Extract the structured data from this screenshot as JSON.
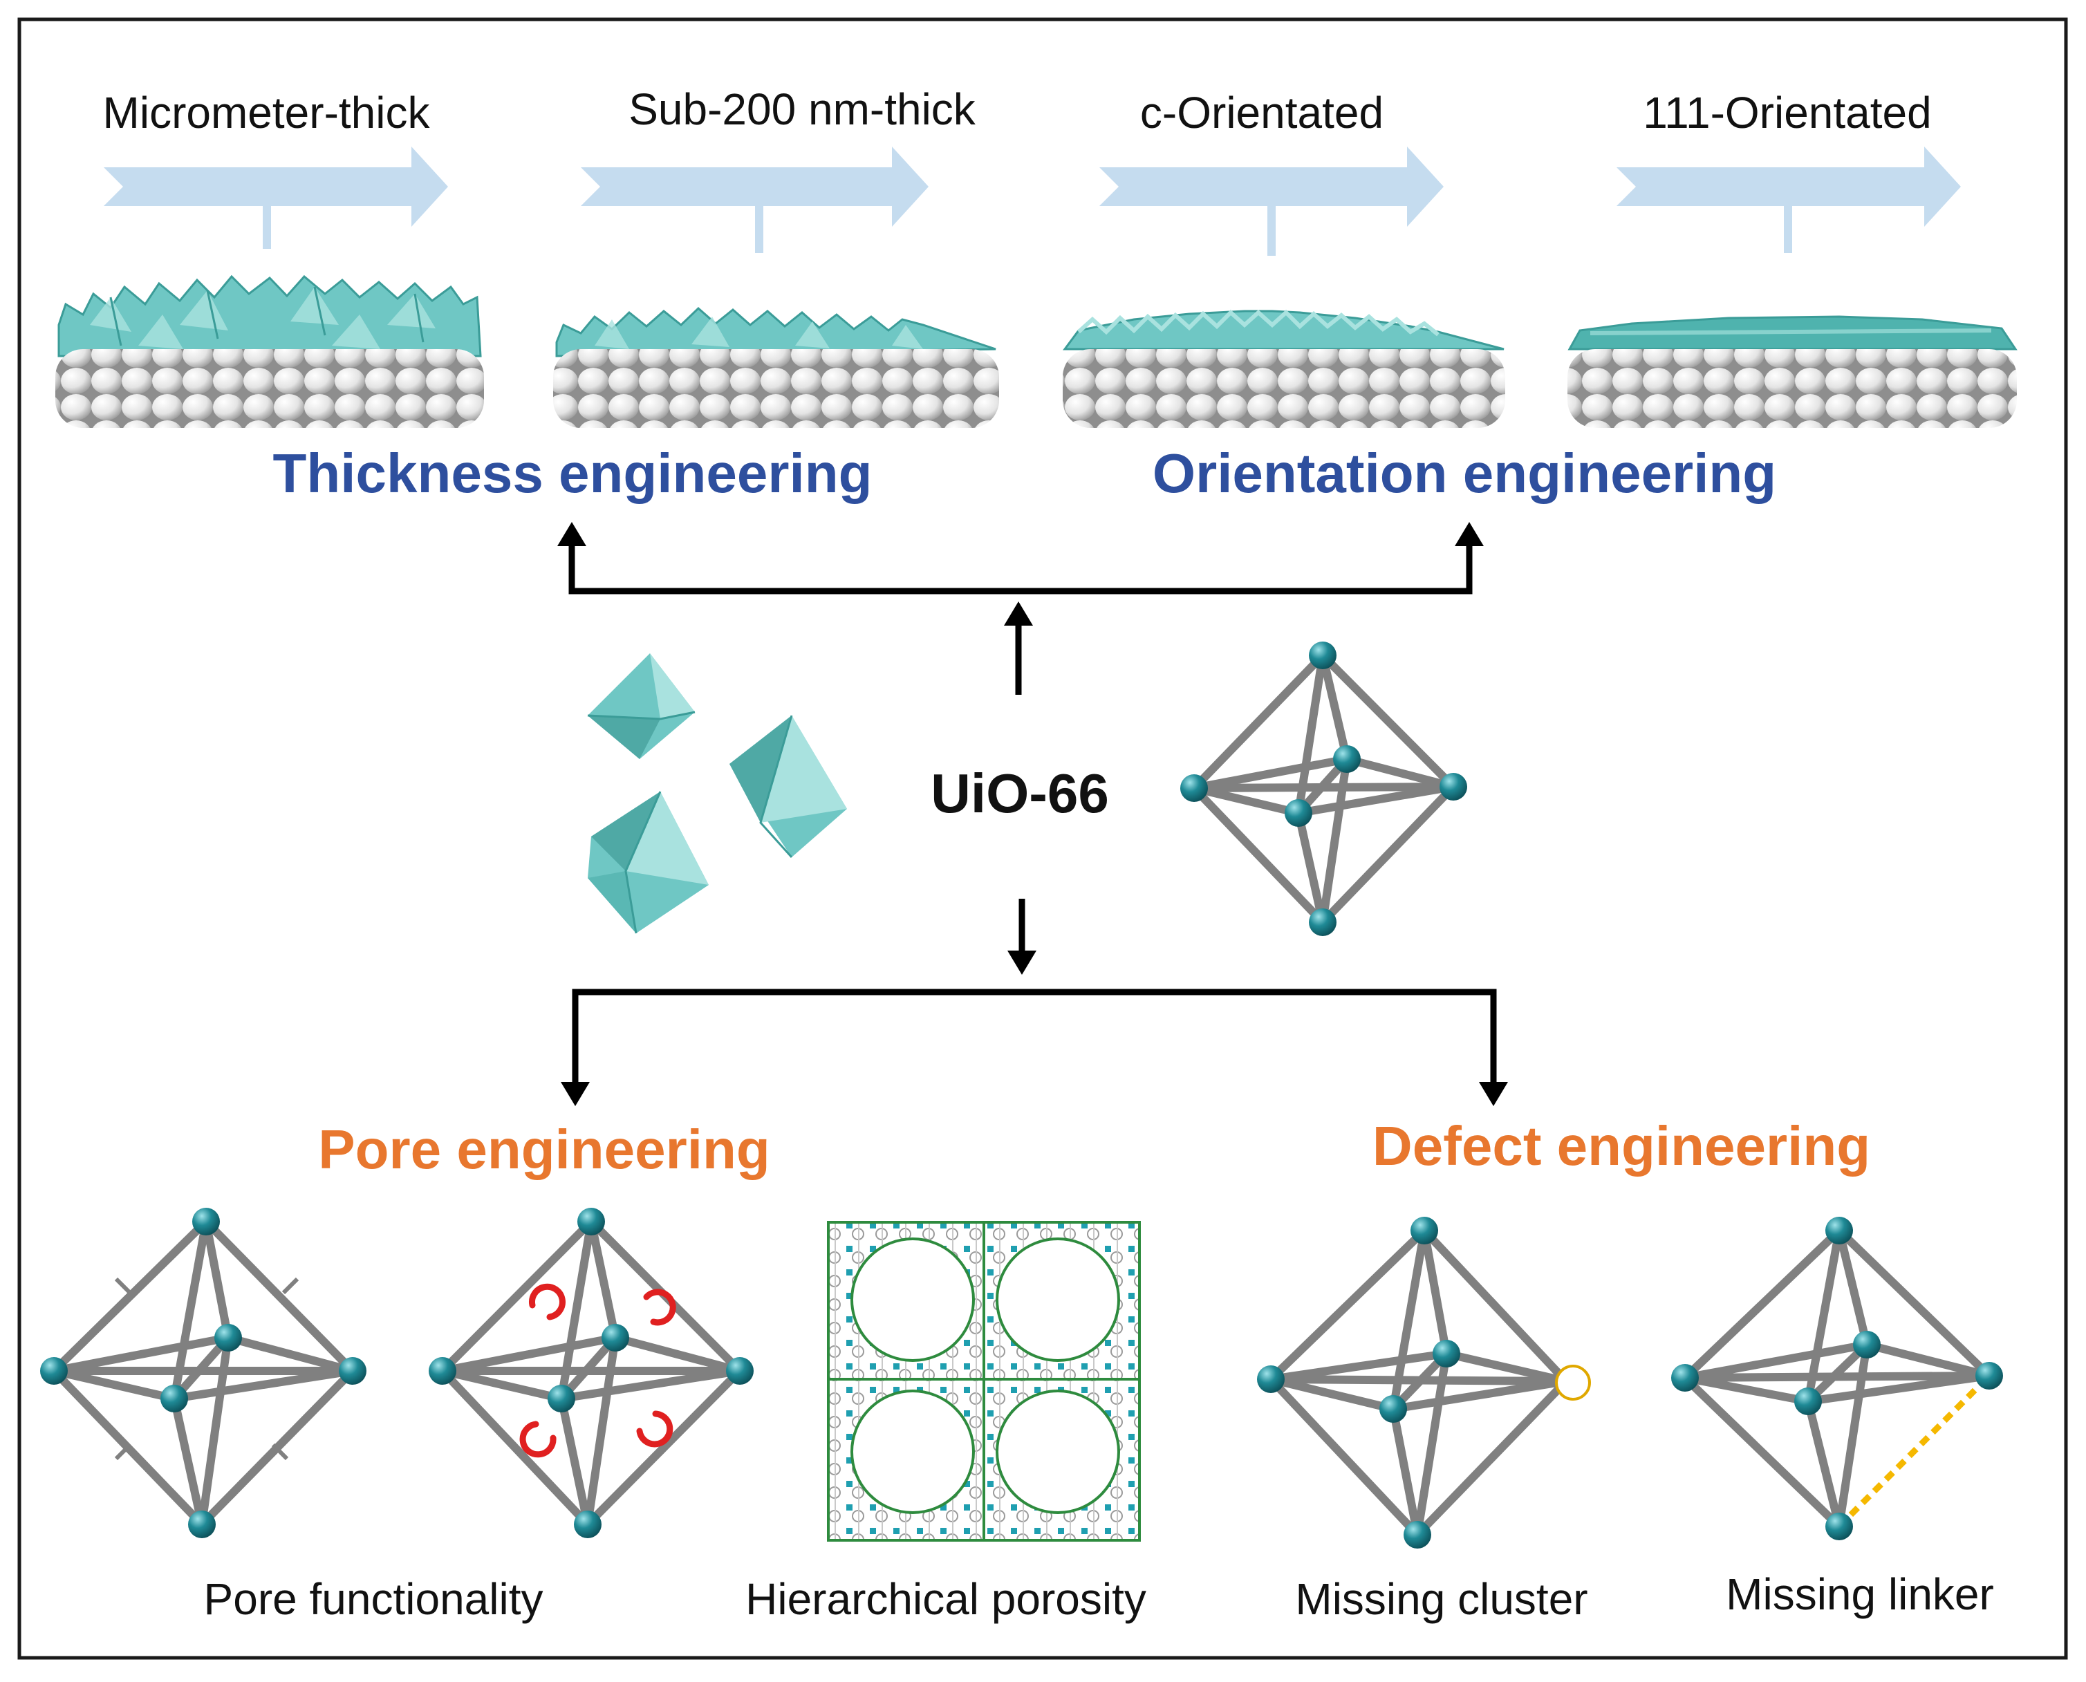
{
  "thickness_stages": [
    "Micrometer-thick",
    "Sub-200 nm-thick"
  ],
  "orientation_stages": [
    "c-Orientated",
    "111-Orientated"
  ],
  "thickness_title": "Thickness engineering",
  "orientation_title": "Orientation engineering",
  "center_label": "UiO-66",
  "pore_title": "Pore engineering",
  "defect_title": "Defect engineering",
  "bottom_labels": {
    "pore_functionality": "Pore functionality",
    "hierarchical_porosity": "Hierarchical porosity",
    "missing_cluster": "Missing cluster",
    "missing_linker": "Missing linker"
  },
  "colors": {
    "thickness_title": "#2e4f9e",
    "orientation_title": "#2e4f9e",
    "pore_title": "#e8772e",
    "defect_title": "#e8772e",
    "arrow_fill": "#c5dcef",
    "crystal": "#6fc7c4",
    "node": "#1f8a96",
    "linker": "#808080",
    "functional_group": "#e02020",
    "missing_linker": "#f5b800"
  }
}
